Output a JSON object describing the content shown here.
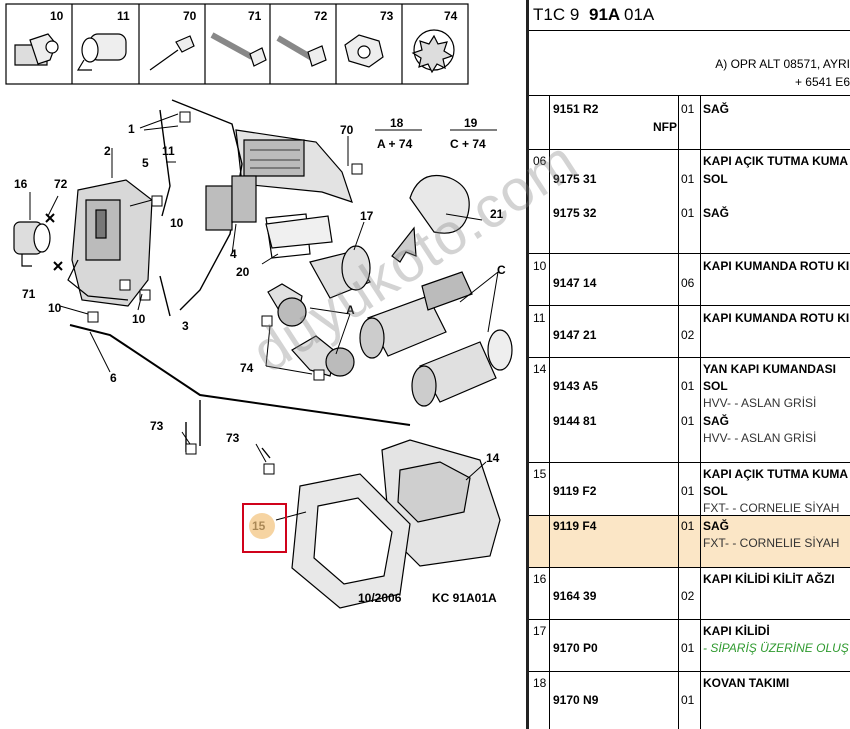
{
  "icon_strip": [
    {
      "num": "10",
      "icon": "clip-icon"
    },
    {
      "num": "11",
      "icon": "cylinder-clip-icon"
    },
    {
      "num": "70",
      "icon": "rivet-icon"
    },
    {
      "num": "71",
      "icon": "screw-icon"
    },
    {
      "num": "72",
      "icon": "bolt-icon"
    },
    {
      "num": "73",
      "icon": "nut-clip-icon"
    },
    {
      "num": "74",
      "icon": "star-washer-icon"
    }
  ],
  "diagram": {
    "callouts": [
      "1",
      "2",
      "3",
      "4",
      "5",
      "6",
      "10",
      "10",
      "10",
      "11",
      "14",
      "15",
      "16",
      "17",
      "20",
      "21",
      "70",
      "71",
      "72",
      "73",
      "73",
      "74",
      "A",
      "C"
    ],
    "header_18": {
      "num": "18",
      "sub": "A + 74"
    },
    "header_19": {
      "num": "19",
      "sub": "C + 74"
    },
    "footer_date": "10/2006",
    "footer_code": "KC 91A01A"
  },
  "watermark": "duyukoto.com",
  "table": {
    "title": {
      "prefix": "T1C 9 ",
      "bold": "91A",
      "suffix": " 01A"
    },
    "header_lines": [
      "A) OPR ALT 08571, AYRI",
      "+ 6541 E6"
    ],
    "rows": [
      {
        "group": "",
        "part": "9151 R2",
        "note": "NFP",
        "qty": "01",
        "desc": "SAĞ",
        "sub": ""
      },
      {
        "group": "06",
        "part": "9175 31",
        "qty": "01",
        "title": "KAPI AÇIK TUTMA KUMA",
        "desc": "SOL"
      },
      {
        "part": "9175 32",
        "qty": "01",
        "desc": "SAĞ"
      },
      {
        "group": "10",
        "part": "9147 14",
        "qty": "06",
        "title": "KAPI KUMANDA ROTU KI"
      },
      {
        "group": "11",
        "part": "9147 21",
        "qty": "02",
        "title": "KAPI KUMANDA ROTU KI"
      },
      {
        "group": "14",
        "part": "9143 A5",
        "qty": "01",
        "title": "YAN KAPI KUMANDASI",
        "desc": "SOL",
        "sub": "HVV- - ASLAN GRİSİ"
      },
      {
        "part": "9144 81",
        "qty": "01",
        "desc": "SAĞ",
        "sub": "HVV- - ASLAN GRİSİ"
      },
      {
        "group": "15",
        "part": "9119 F2",
        "qty": "01",
        "title": "KAPI AÇIK TUTMA KUMA",
        "desc": "SOL",
        "sub": "FXT- - CORNELIE SİYAH"
      },
      {
        "part": "9119 F4",
        "qty": "01",
        "desc": "SAĞ",
        "sub": "FXT- - CORNELIE SİYAH"
      },
      {
        "group": "16",
        "part": "9164 39",
        "qty": "02",
        "title": "KAPI KİLİDİ KİLİT AĞZI"
      },
      {
        "group": "17",
        "part": "9170 P0",
        "qty": "01",
        "title": "KAPI KİLİDİ",
        "sub": "- SİPARİŞ ÜZERİNE OLUŞ"
      },
      {
        "group": "18",
        "part": "9170 N9",
        "qty": "01",
        "title": "KOVAN TAKIMI"
      }
    ]
  }
}
